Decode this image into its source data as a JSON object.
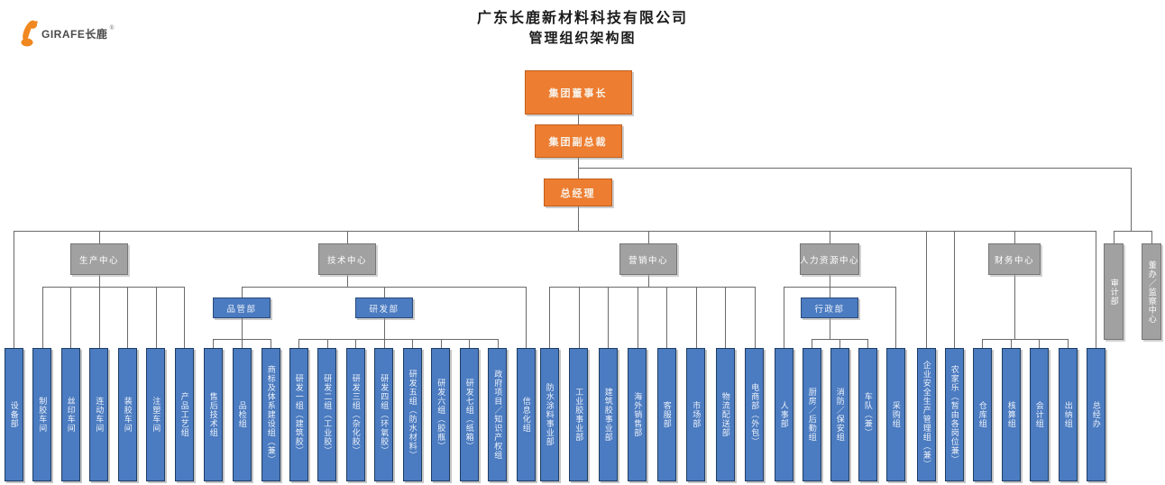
{
  "page": {
    "title_line1": "广东长鹿新材料科技有限公司",
    "title_line2": "管理组织架构图"
  },
  "logo": {
    "text": "GIRAFE长鹿",
    "registered_mark": "®",
    "icon": "giraffe-icon"
  },
  "colors": {
    "accent_orange": "#ED7D31",
    "node_blue": "#4B7BC0",
    "node_gray": "#A1A1A1",
    "connector": "#6a6a6a",
    "background": "#ffffff"
  },
  "org": {
    "top_chain": [
      {
        "label": "集团董事长"
      },
      {
        "label": "集团副总裁",
        "parent": "集团董事长"
      },
      {
        "label": "总经理",
        "parent": "集团副总裁"
      }
    ],
    "executive_offices": [
      {
        "label": "审计部",
        "parent": "集团副总裁"
      },
      {
        "label": "董办／监察中心",
        "parent": "集团副总裁"
      }
    ],
    "centers": [
      {
        "label": "生产中心",
        "parent": "总经理"
      },
      {
        "label": "技术中心",
        "parent": "总经理"
      },
      {
        "label": "营销中心",
        "parent": "总经理"
      },
      {
        "label": "人力资源中心",
        "parent": "总经理"
      },
      {
        "label": "财务中心",
        "parent": "总经理"
      }
    ],
    "mid_departments": [
      {
        "label": "品管部",
        "parent": "技术中心"
      },
      {
        "label": "研发部",
        "parent": "技术中心"
      },
      {
        "label": "行政部",
        "parent": "人力资源中心"
      }
    ],
    "units": [
      {
        "label": "设备部",
        "parent": "总经理"
      },
      {
        "label": "制胶车间",
        "parent": "生产中心"
      },
      {
        "label": "丝印车间",
        "parent": "生产中心"
      },
      {
        "label": "连动车间",
        "parent": "生产中心"
      },
      {
        "label": "装胶车间",
        "parent": "生产中心"
      },
      {
        "label": "注塑车间",
        "parent": "生产中心"
      },
      {
        "label": "产品工艺组",
        "parent": "生产中心"
      },
      {
        "label": "售后技术组",
        "parent": "品管部"
      },
      {
        "label": "品检组",
        "parent": "品管部"
      },
      {
        "label": "商标及体系建设组（兼）",
        "parent": "品管部"
      },
      {
        "label": "研发一组（建筑胶）",
        "parent": "研发部"
      },
      {
        "label": "研发二组（工业胶）",
        "parent": "研发部"
      },
      {
        "label": "研发三组（杂化胶）",
        "parent": "研发部"
      },
      {
        "label": "研发四组（环氧胶）",
        "parent": "研发部"
      },
      {
        "label": "研发五组（防水材料）",
        "parent": "研发部"
      },
      {
        "label": "研发六组（胶瓶）",
        "parent": "研发部"
      },
      {
        "label": "研发七组（纸箱）",
        "parent": "研发部"
      },
      {
        "label": "政府项目／知识产权组",
        "parent": "研发部"
      },
      {
        "label": "信息化组",
        "parent": "技术中心"
      },
      {
        "label": "防水涂料事业部",
        "parent": "营销中心"
      },
      {
        "label": "工业胶事业部",
        "parent": "营销中心"
      },
      {
        "label": "建筑胶事业部",
        "parent": "营销中心"
      },
      {
        "label": "海外销售部",
        "parent": "营销中心"
      },
      {
        "label": "客服部",
        "parent": "营销中心"
      },
      {
        "label": "市场部",
        "parent": "营销中心"
      },
      {
        "label": "物流配送部",
        "parent": "营销中心"
      },
      {
        "label": "电商部（外包）",
        "parent": "营销中心"
      },
      {
        "label": "人事部",
        "parent": "人力资源中心"
      },
      {
        "label": "厨房／后勤组",
        "parent": "行政部"
      },
      {
        "label": "消防／保安组",
        "parent": "行政部"
      },
      {
        "label": "车队（兼）",
        "parent": "行政部"
      },
      {
        "label": "采购组",
        "parent": "人力资源中心"
      },
      {
        "label": "企业安全生产管理组（兼）",
        "parent": "总经理"
      },
      {
        "label": "农家乐（暂由各岗位兼）",
        "parent": "总经理"
      },
      {
        "label": "仓库组",
        "parent": "财务中心"
      },
      {
        "label": "核算组",
        "parent": "财务中心"
      },
      {
        "label": "会计组",
        "parent": "财务中心"
      },
      {
        "label": "出纳组",
        "parent": "财务中心"
      },
      {
        "label": "总经办",
        "parent": "总经理"
      }
    ]
  }
}
